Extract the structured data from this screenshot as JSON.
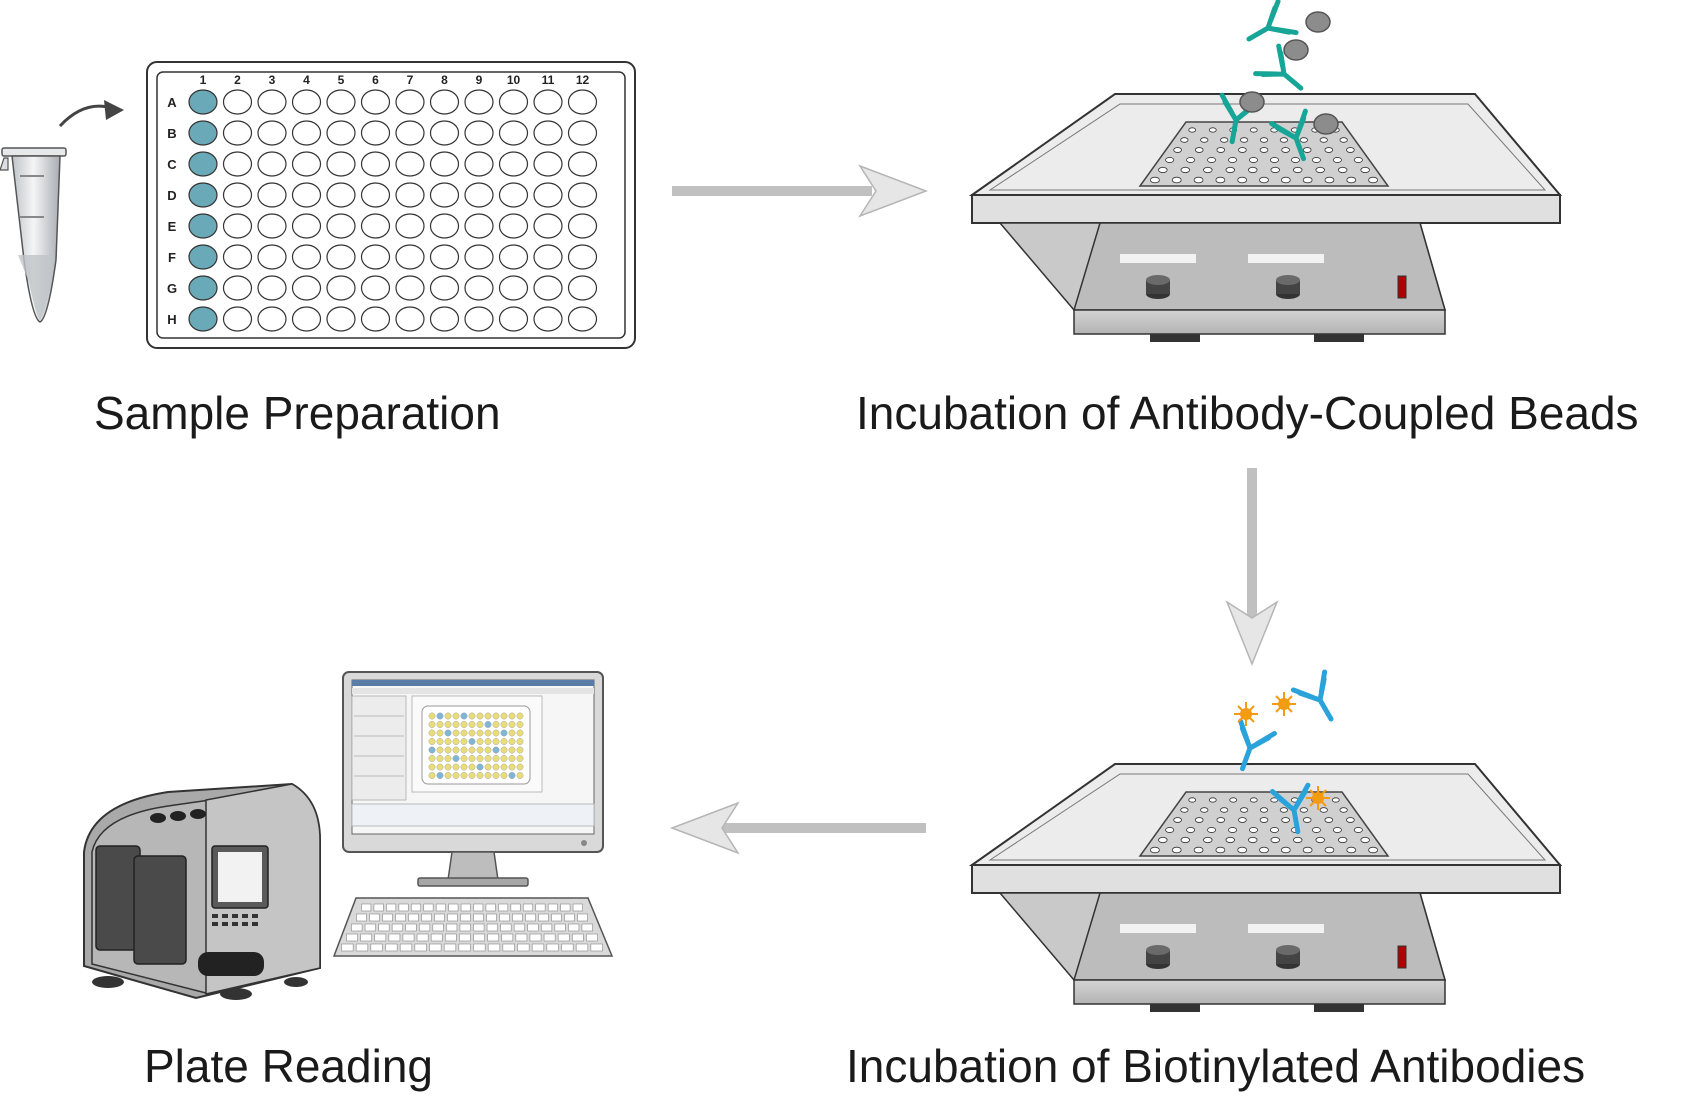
{
  "steps": {
    "sample_preparation": "Sample Preparation",
    "incubation_beads": "Incubation of Antibody-Coupled Beads",
    "incubation_biotinylated": "Incubation of Biotinylated Antibodies",
    "plate_reading": "Plate Reading"
  },
  "plate": {
    "columns": [
      "1",
      "2",
      "3",
      "4",
      "5",
      "6",
      "7",
      "8",
      "9",
      "10",
      "11",
      "12"
    ],
    "rows": [
      "A",
      "B",
      "C",
      "D",
      "E",
      "F",
      "G",
      "H"
    ],
    "filled_column": "1"
  },
  "colors": {
    "well_fill": "#6aa9b8",
    "antibody_teal": "#16a596",
    "antibody_blue": "#2aa3da",
    "biotin_orange": "#f39c12",
    "arrow_gray": "#c0c0c0",
    "bead_gray": "#8c8c8c"
  },
  "icons": [
    "tube-icon",
    "curved-arrow-icon",
    "plate-icon",
    "shaker-icon",
    "antibody-icon",
    "bead-icon",
    "biotin-icon",
    "plate-reader-icon",
    "monitor-icon",
    "keyboard-icon"
  ]
}
